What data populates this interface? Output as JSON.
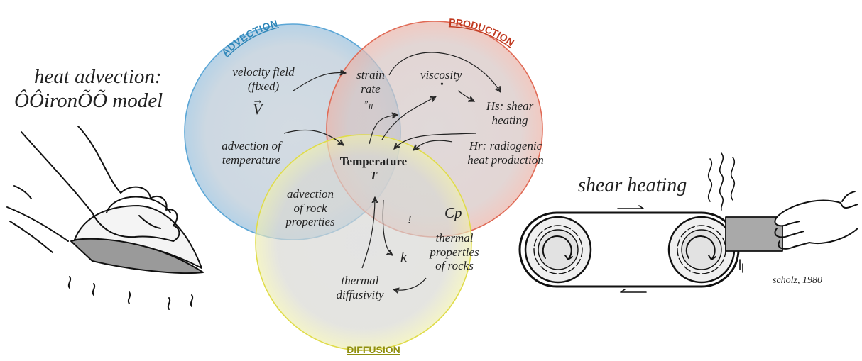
{
  "left": {
    "title_line1": "heat advection:",
    "title_line2": "ÔÔironÕÕ model"
  },
  "circles": {
    "advection": {
      "label": "ADVECTION",
      "color": "#2e86b8"
    },
    "production": {
      "label": "PRODUCTION",
      "color": "#d9442b"
    },
    "diffusion": {
      "label": "DIFFUSION",
      "color": "#a0a014"
    }
  },
  "nodes": {
    "velocity_line1": "velocity field",
    "velocity_line2": "(fixed)",
    "velocity_symbol": "V",
    "strain_line1": "strain",
    "strain_line2": "rate",
    "strain_symbol": "”",
    "strain_subscript": "II",
    "viscosity": "viscosity",
    "viscosity_dot": "•",
    "hs_line1": "Hs: shear",
    "hs_line2": "heating",
    "adv_temp_line1": "advection of",
    "adv_temp_line2": "temperature",
    "temperature_line1": "Temperature",
    "temperature_line2": "T",
    "hr_line1": "Hr: radiogenic",
    "hr_line2": "heat production",
    "adv_rock_line1": "advection",
    "adv_rock_line2": "of rock",
    "adv_rock_line3": "properties",
    "bang": "!",
    "cp": "Cp",
    "thermal_props_line1": "thermal",
    "thermal_props_line2": "properties",
    "thermal_props_line3": "of rocks",
    "k": "k",
    "thermal_diff_line1": "thermal",
    "thermal_diff_line2": "diffusivity"
  },
  "right": {
    "title": "shear heating",
    "credit": "scholz, 1980"
  },
  "icons": [
    "hand-iron-icon",
    "conveyor-belt-icon",
    "pushing-hand-icon",
    "heat-wave-icon"
  ]
}
